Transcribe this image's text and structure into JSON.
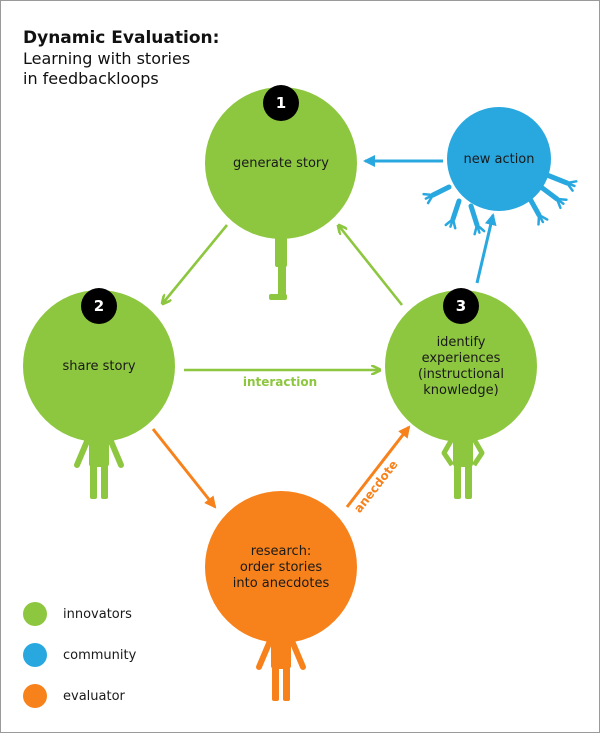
{
  "title": {
    "line1": "Dynamic Evaluation:",
    "line2": "Learning with stories",
    "line3": "in feedbackloops"
  },
  "colors": {
    "innovators": "#8dc63f",
    "community": "#29a8e0",
    "evaluator": "#f7821b",
    "badge": "#000000"
  },
  "nodes": [
    {
      "id": "generate",
      "number": "1",
      "lines": [
        "generate story"
      ],
      "group": "innovators"
    },
    {
      "id": "share",
      "number": "2",
      "lines": [
        "share story"
      ],
      "group": "innovators"
    },
    {
      "id": "identify",
      "number": "3",
      "lines": [
        "identify",
        "experiences",
        "(instructional",
        "knowledge)"
      ],
      "group": "innovators"
    },
    {
      "id": "new_action",
      "number": "",
      "lines": [
        "new action"
      ],
      "group": "community"
    },
    {
      "id": "research",
      "number": "",
      "lines": [
        "research:",
        "order stories",
        "into anecdotes"
      ],
      "group": "evaluator"
    }
  ],
  "edges": [
    {
      "from": "generate",
      "to": "share",
      "label": "",
      "group": "innovators"
    },
    {
      "from": "share",
      "to": "identify",
      "label": "interaction",
      "group": "innovators"
    },
    {
      "from": "identify",
      "to": "generate",
      "label": "",
      "group": "innovators"
    },
    {
      "from": "identify",
      "to": "new_action",
      "label": "",
      "group": "community"
    },
    {
      "from": "new_action",
      "to": "generate",
      "label": "",
      "group": "community"
    },
    {
      "from": "share",
      "to": "research",
      "label": "",
      "group": "evaluator"
    },
    {
      "from": "research",
      "to": "identify",
      "label": "anecdote",
      "group": "evaluator"
    }
  ],
  "legend": [
    {
      "label": "innovators",
      "color": "#8dc63f"
    },
    {
      "label": "community",
      "color": "#29a8e0"
    },
    {
      "label": "evaluator",
      "color": "#f7821b"
    }
  ]
}
